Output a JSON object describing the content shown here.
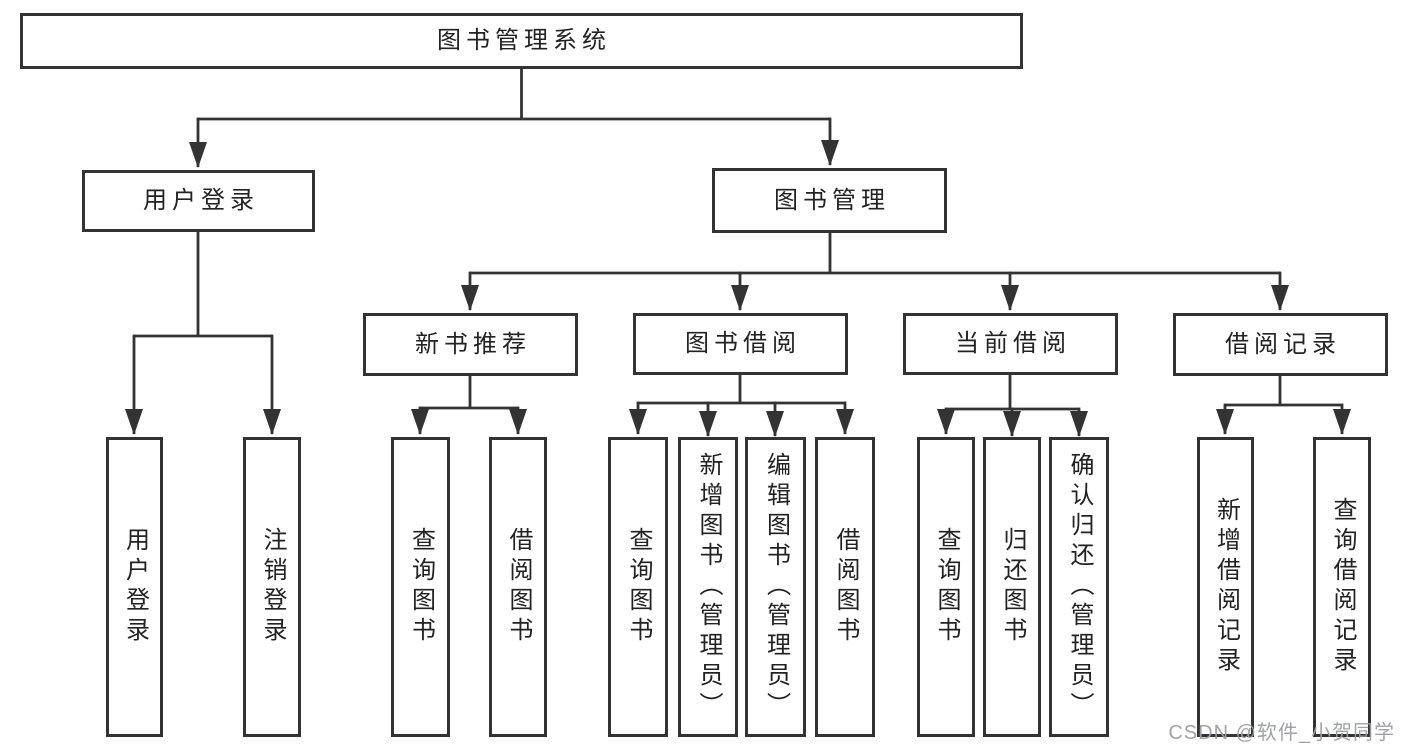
{
  "diagram": {
    "type": "hierarchy-tree",
    "title": "图书管理系统",
    "tree": {
      "label": "图书管理系统",
      "children": [
        {
          "label": "用户登录",
          "children": [
            {
              "label": "用户登录"
            },
            {
              "label": "注销登录"
            }
          ]
        },
        {
          "label": "图书管理",
          "children": [
            {
              "label": "新书推荐",
              "children": [
                {
                  "label": "查询图书"
                },
                {
                  "label": "借阅图书"
                }
              ]
            },
            {
              "label": "图书借阅",
              "children": [
                {
                  "label": "查询图书"
                },
                {
                  "label": "新增图书（管理员）"
                },
                {
                  "label": "编辑图书（管理员）"
                },
                {
                  "label": "借阅图书"
                }
              ]
            },
            {
              "label": "当前借阅",
              "children": [
                {
                  "label": "查询图书"
                },
                {
                  "label": "归还图书"
                },
                {
                  "label": "确认归还（管理员）"
                }
              ]
            },
            {
              "label": "借阅记录",
              "children": [
                {
                  "label": "新增借阅记录"
                },
                {
                  "label": "查询借阅记录"
                }
              ]
            }
          ]
        }
      ]
    },
    "watermark": "CSDN @软件_小贺同学",
    "colors": {
      "line": "#333333",
      "text": "#222222",
      "background": "#ffffff",
      "watermark": "#9b9ea4"
    }
  }
}
